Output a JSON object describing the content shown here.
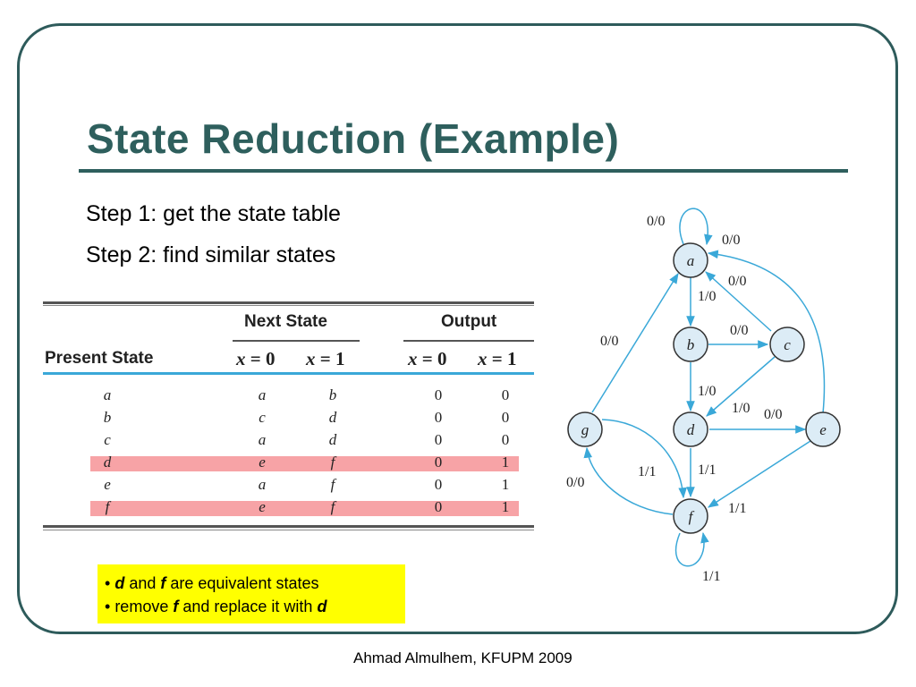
{
  "title": "State Reduction (Example)",
  "steps": [
    "Step 1: get the state table",
    "Step 2: find similar states"
  ],
  "table": {
    "group_headers": {
      "next": "Next State",
      "output": "Output"
    },
    "present_header": "Present State",
    "sub_headers": {
      "x0_prefix": "x",
      "x0_suffix": " = 0",
      "x1_prefix": "x",
      "x1_suffix": " = 1"
    },
    "rows": [
      {
        "present": "a",
        "ns0": "a",
        "ns1": "b",
        "o0": "0",
        "o1": "0",
        "highlight": false
      },
      {
        "present": "b",
        "ns0": "c",
        "ns1": "d",
        "o0": "0",
        "o1": "0",
        "highlight": false
      },
      {
        "present": "c",
        "ns0": "a",
        "ns1": "d",
        "o0": "0",
        "o1": "0",
        "highlight": false
      },
      {
        "present": "d",
        "ns0": "e",
        "ns1": "f",
        "o0": "0",
        "o1": "1",
        "highlight": true
      },
      {
        "present": "e",
        "ns0": "a",
        "ns1": "f",
        "o0": "0",
        "o1": "1",
        "highlight": false
      },
      {
        "present": "f",
        "ns0": "e",
        "ns1": "f",
        "o0": "0",
        "o1": "1",
        "highlight": true
      }
    ],
    "highlight_color": "#f7a3a6"
  },
  "note": {
    "line1": {
      "bullet": "•",
      "a": "d",
      "b": " and ",
      "c": "f",
      "d": " are equivalent states"
    },
    "line2": {
      "bullet": "•",
      "a": " remove ",
      "b": "f",
      "c": " and replace it with ",
      "d": "d"
    },
    "background": "#ffff00"
  },
  "diagram": {
    "states": [
      "a",
      "b",
      "c",
      "d",
      "e",
      "f",
      "g"
    ],
    "edge_labels": {
      "a_self": "0/0",
      "c_a": "0/0",
      "e_a": "0/0",
      "a_b": "1/0",
      "g_a": "0/0",
      "b_c": "0/0",
      "b_d": "1/0",
      "c_d": "1/0",
      "d_e": "0/0",
      "g_f": "1/1",
      "d_f": "1/1",
      "e_f": "1/1",
      "f_g": "0/0",
      "f_self": "1/1"
    },
    "state_fill": "#dcecf6",
    "edge_color": "#3aa8d8"
  },
  "footer": "Ahmad Almulhem, KFUPM 2009",
  "colors": {
    "title": "#2e5f5d",
    "frame": "#2e5b5b"
  }
}
